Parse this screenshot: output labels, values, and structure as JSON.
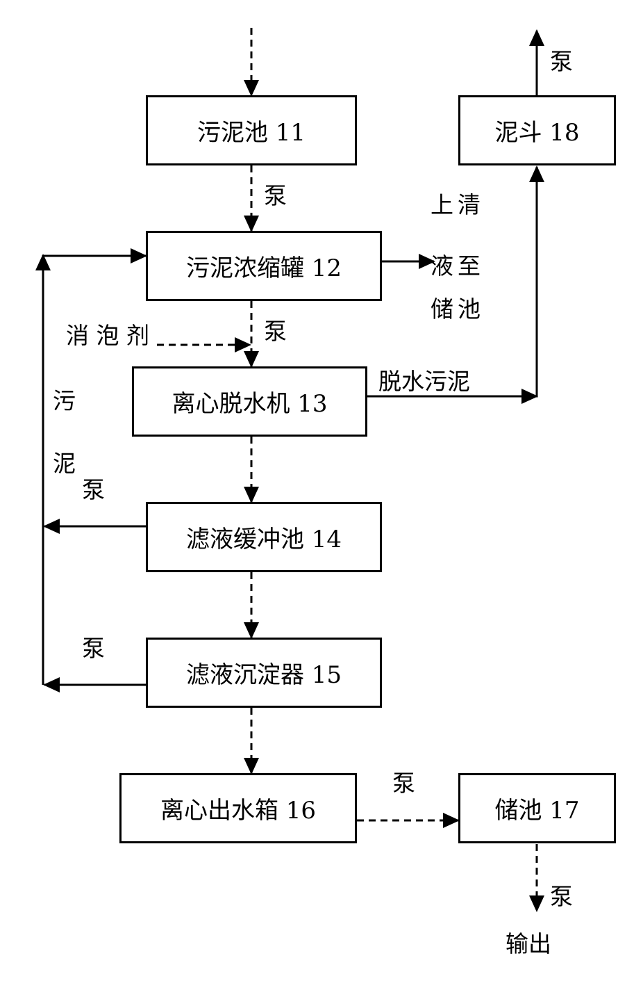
{
  "nodes": {
    "n11": "污泥池 11",
    "n12": "污泥浓缩罐 12",
    "n13": "离心脱水机 13",
    "n14": "滤液缓冲池 14",
    "n15": "滤液沉淀器 15",
    "n16": "离心出水箱 16",
    "n17": "储池 17",
    "n18": "泥斗 18"
  },
  "labels": {
    "pump_11_12": "泵",
    "pump_12_13": "泵",
    "pump_16_17": "泵",
    "pump_17_out": "泵",
    "pump_18_top": "泵",
    "pump_return_14": "泵",
    "pump_return_15": "泵",
    "defoamer": "消 泡 剂",
    "dewatered_sludge": "脱水污泥",
    "output": "输出",
    "supernatant_line1": "上清",
    "supernatant_line2": "液至",
    "supernatant_line3": "储池",
    "sludge_v1": "污",
    "sludge_v2": "泥"
  },
  "colors": {
    "line": "#000000",
    "background": "#ffffff"
  }
}
